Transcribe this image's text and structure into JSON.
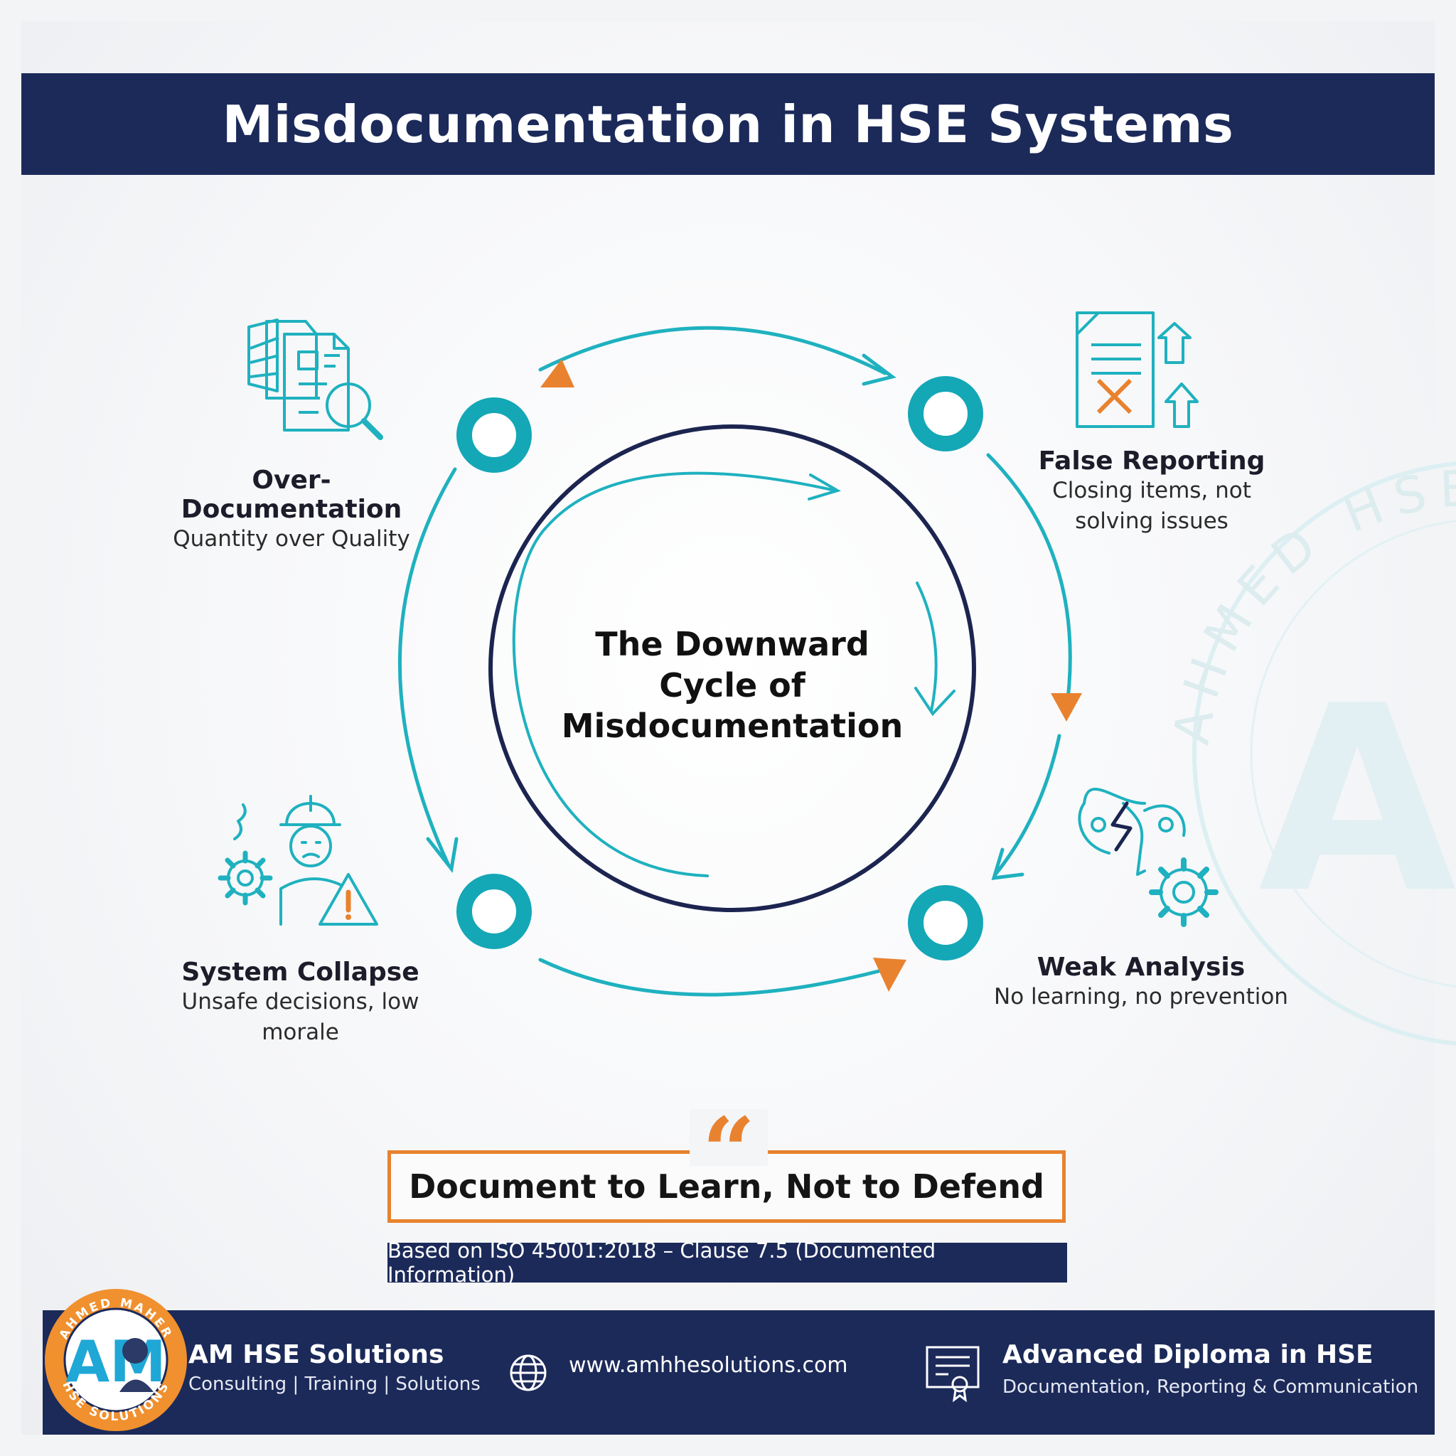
{
  "title": "Misdocumentation in HSE Systems",
  "center": {
    "line1": "The Downward",
    "line2": "Cycle of",
    "line3": "Misdocumentation"
  },
  "stages": [
    {
      "head": "Over-Documentation",
      "sub1": "Quantity over Quality",
      "icon": "document-stack-magnifier-icon"
    },
    {
      "head": "False Reporting",
      "sub1": "Closing items, not",
      "sub2": "solving issues",
      "icon": "document-cross-arrows-icon"
    },
    {
      "head": "Weak Analysis",
      "sub1": "No learning, no prevention",
      "icon": "broken-head-gear-icon"
    },
    {
      "head": "System Collapse",
      "sub1": "Unsafe decisions, low morale",
      "icon": "worker-gear-warning-icon"
    }
  ],
  "quote": {
    "mark": "“",
    "text": "Document to Learn, Not to Defend"
  },
  "basis": "Based on ISO 45001:2018 – Clause 7.5 (Documented Information)",
  "footer": {
    "logo_ring_top": "AHMED MAHER",
    "logo_ring_bottom": "HSE SOLUTIONS",
    "logo_letters": "AM",
    "company": "AM HSE Solutions",
    "tagline": "Consulting | Training | Solutions",
    "website_icon": "globe-icon",
    "website": "www.amhhesolutions.com",
    "diploma_icon": "certificate-icon",
    "diploma": "Advanced Diploma in HSE",
    "diploma_sub": "Documentation, Reporting & Communication"
  },
  "watermark": {
    "ring_text": "AHMED HSE SOL",
    "letters": "AM"
  },
  "colors": {
    "navy": "#1c2a5a",
    "teal": "#1fb1bf",
    "orange": "#e8822f",
    "dark_ring": "#1c2450"
  }
}
